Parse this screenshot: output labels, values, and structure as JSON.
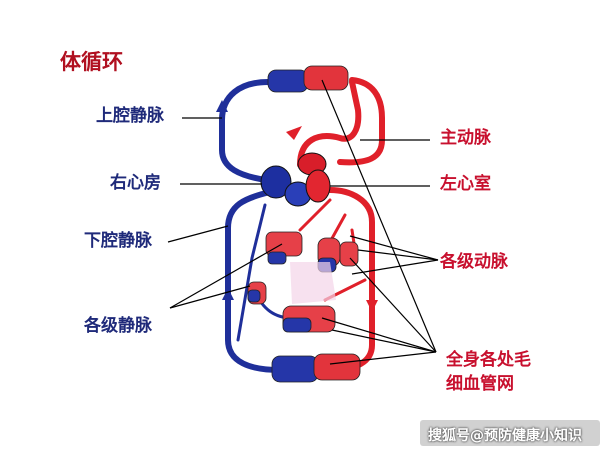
{
  "title": "体循环",
  "labels": {
    "svc": "上腔静脉",
    "ra": "右心房",
    "ivc": "下腔静脉",
    "veins": "各级静脉",
    "aorta": "主动脉",
    "lv": "左心室",
    "arteries": "各级动脉",
    "capillaries_line1": "全身各处毛",
    "capillaries_line2": "细血管网"
  },
  "watermark": "搜狐号@预防健康小知识",
  "colors": {
    "venous": "#1f2f9a",
    "arterial": "#e0202a",
    "label_blue": "#1f2a7a",
    "label_red": "#c8102e"
  }
}
